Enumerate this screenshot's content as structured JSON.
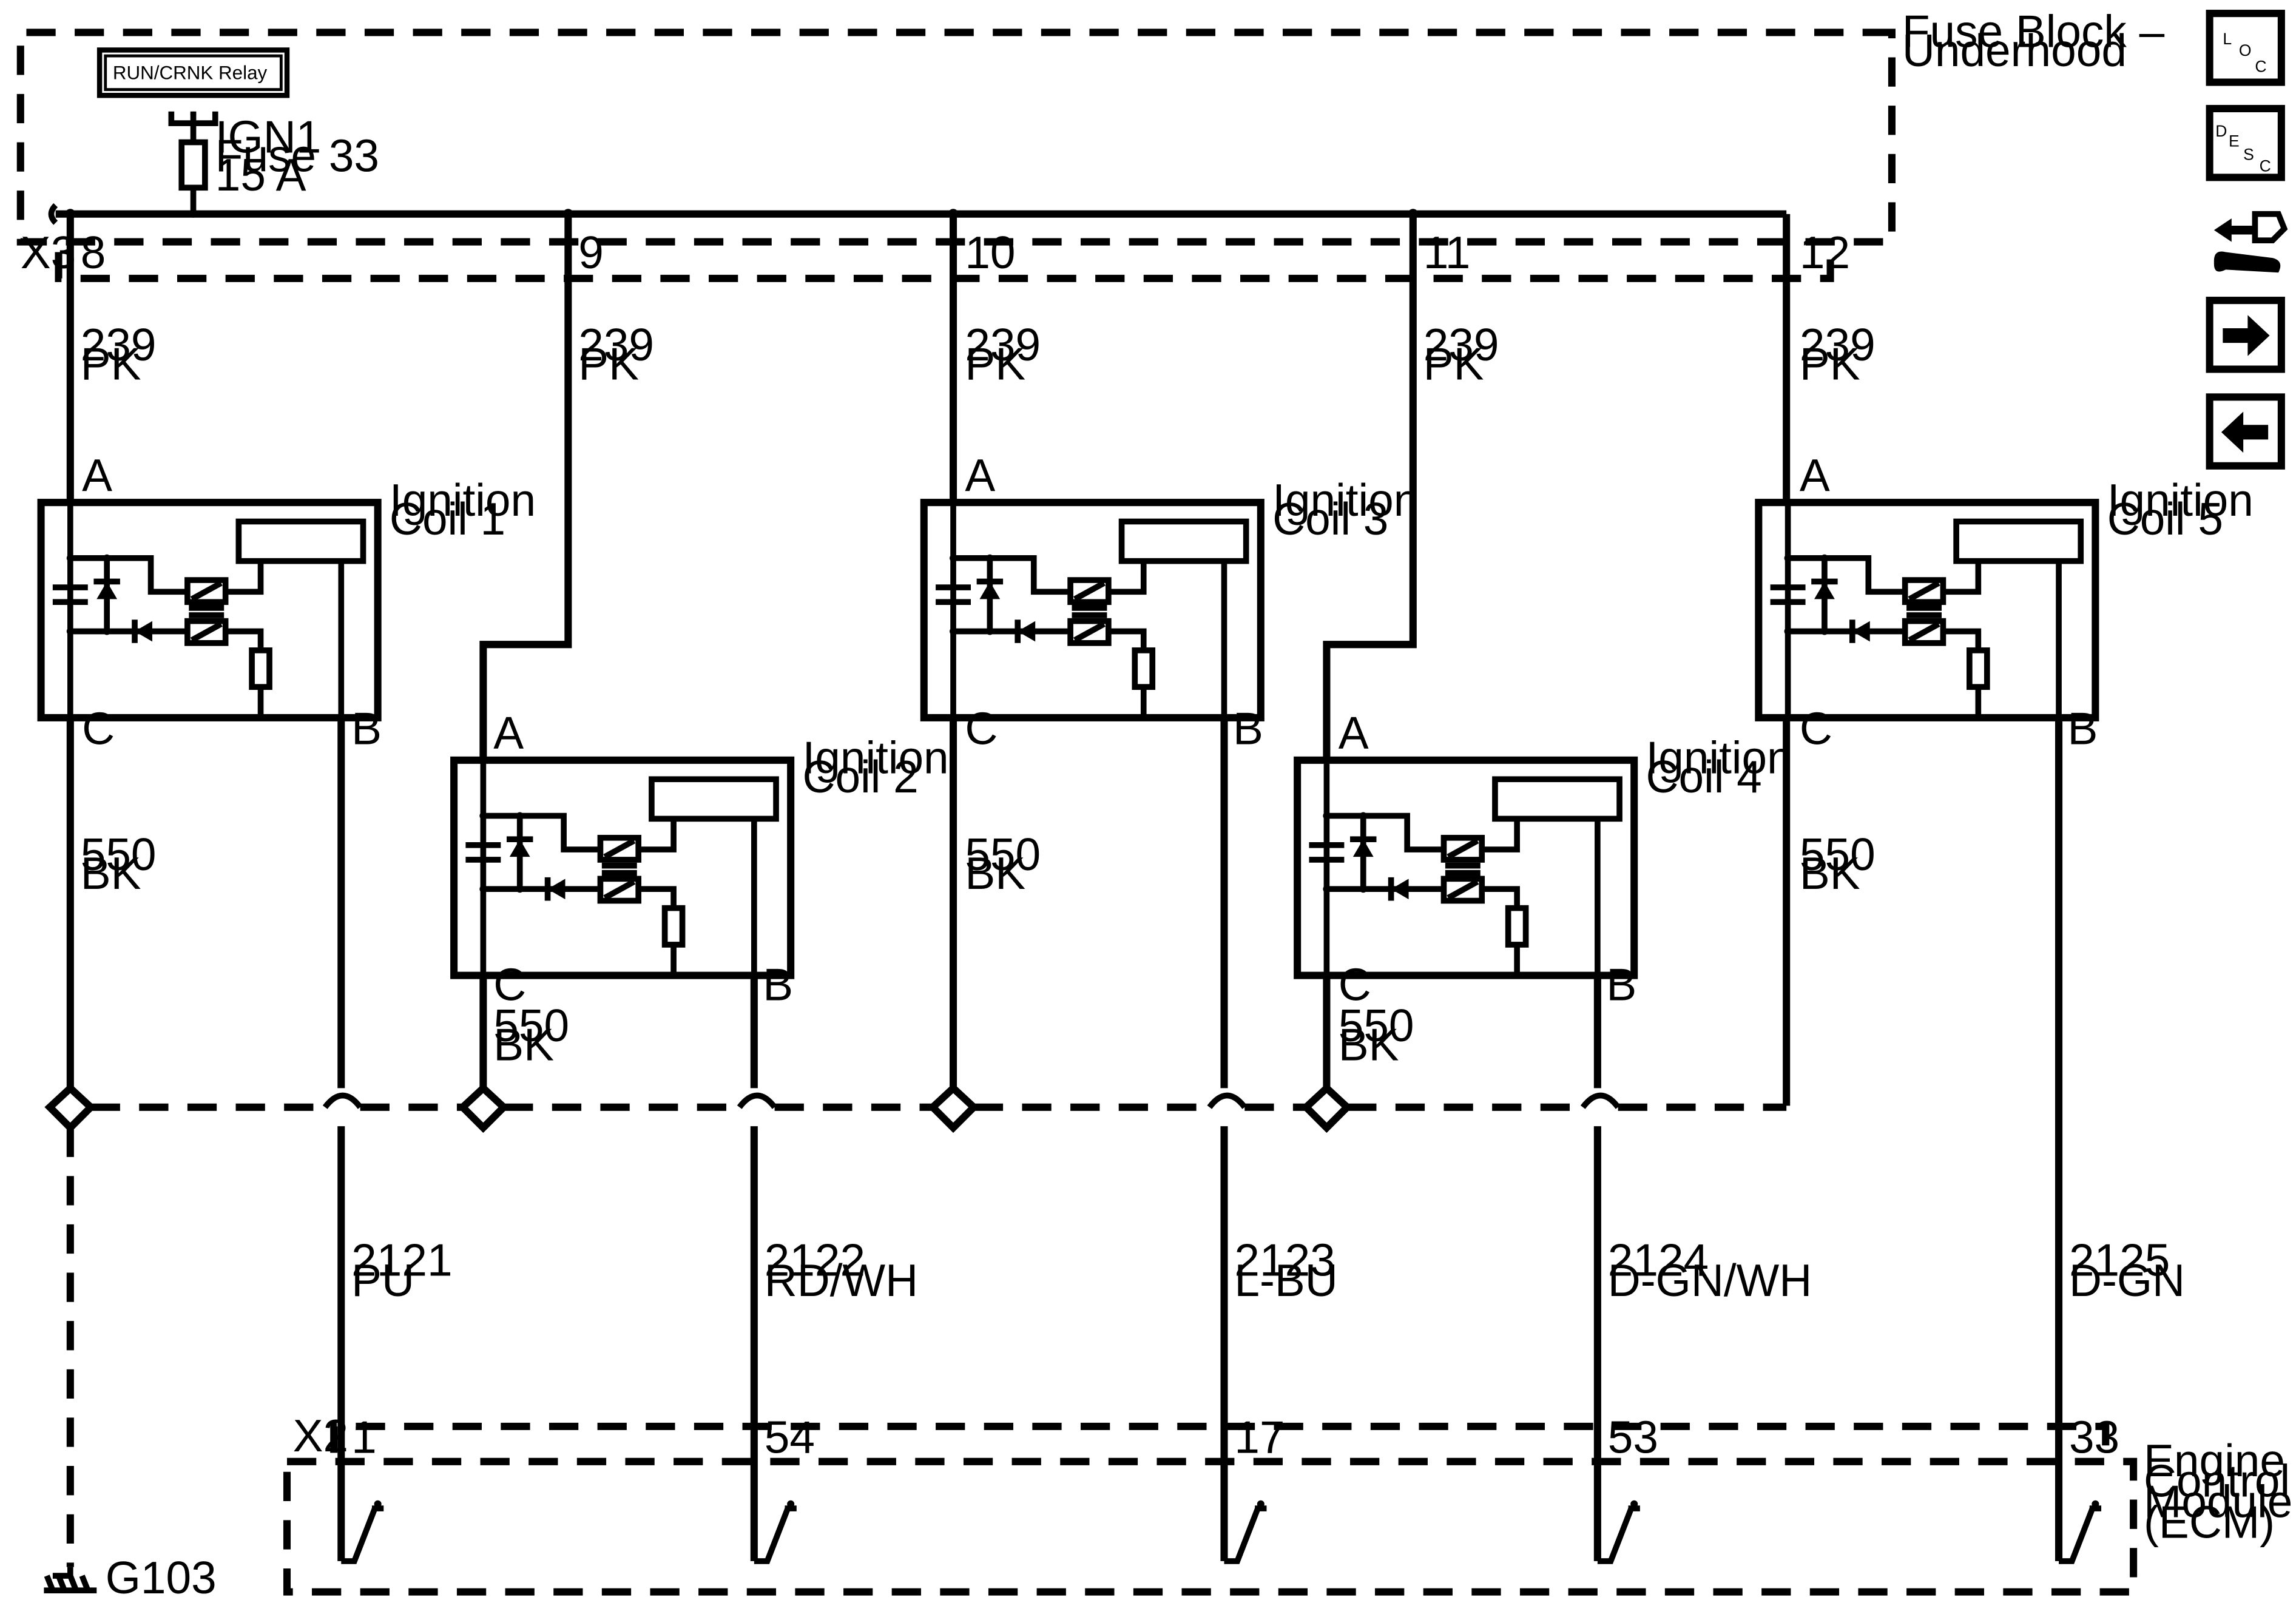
{
  "fuse_block": {
    "label_line1": "Fuse Block –",
    "label_line2": "Underhood",
    "connector": "X3"
  },
  "relay": {
    "label": "RUN/CRNK Relay"
  },
  "fuse": {
    "line1": "IGN1",
    "line2": "Fuse 33",
    "line3": "15 A"
  },
  "pins_x3": [
    "8",
    "9",
    "10",
    "11",
    "12"
  ],
  "supply_wire": {
    "circuit": "239",
    "color": "PK"
  },
  "ground_wire": {
    "circuit": "550",
    "color": "BK"
  },
  "coils": [
    {
      "name_line1": "Ignition",
      "name_line2": "Coil 1",
      "pin_a": "A",
      "pin_b": "B",
      "pin_c": "C"
    },
    {
      "name_line1": "Ignition",
      "name_line2": "Coil 2",
      "pin_a": "A",
      "pin_b": "B",
      "pin_c": "C"
    },
    {
      "name_line1": "Ignition",
      "name_line2": "Coil 3",
      "pin_a": "A",
      "pin_b": "B",
      "pin_c": "C"
    },
    {
      "name_line1": "Ignition",
      "name_line2": "Coil 4",
      "pin_a": "A",
      "pin_b": "B",
      "pin_c": "C"
    },
    {
      "name_line1": "Ignition",
      "name_line2": "Coil 5",
      "pin_a": "A",
      "pin_b": "B",
      "pin_c": "C"
    }
  ],
  "control_wires": [
    {
      "circuit": "2121",
      "color": "PU",
      "pin": "1"
    },
    {
      "circuit": "2122",
      "color": "RD/WH",
      "pin": "54"
    },
    {
      "circuit": "2123",
      "color": "L-BU",
      "pin": "17"
    },
    {
      "circuit": "2124",
      "color": "D-GN/WH",
      "pin": "53"
    },
    {
      "circuit": "2125",
      "color": "D-GN",
      "pin": "33"
    }
  ],
  "ecm": {
    "line1": "Engine",
    "line2": "Control",
    "line3": "Module",
    "line4": "(ECM)",
    "connector": "X2"
  },
  "ground": {
    "label": "G103"
  },
  "nav": {
    "loc": {
      "l1": "L",
      "l2": "O",
      "l3": "C"
    },
    "desc": {
      "l1": "D",
      "l2": "E",
      "l3": "S",
      "l4": "C"
    },
    "icons": [
      "connector-repair-icon",
      "next-arrow-icon",
      "back-arrow-icon"
    ]
  }
}
